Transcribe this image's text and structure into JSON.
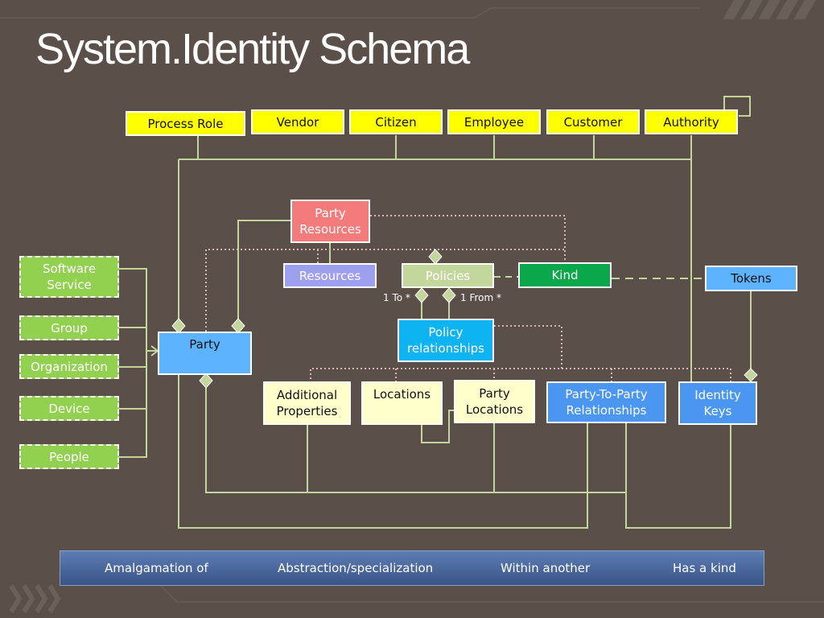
{
  "title": "System.Identity Schema",
  "roles": [
    "Process Role",
    "Vendor",
    "Citizen",
    "Employee",
    "Customer",
    "Authority"
  ],
  "side_items": [
    "Software\nService",
    "Group",
    "Organization",
    "Device",
    "People"
  ],
  "boxes": {
    "party_resources": "Party\nResources",
    "resources": "Resources",
    "policies": "Policies",
    "kind": "Kind",
    "tokens": "Tokens",
    "party": "Party",
    "policy_relationships": "Policy\nrelationships",
    "additional_properties": "Additional\nProperties",
    "locations": "Locations",
    "party_locations": "Party\nLocations",
    "party_to_party": "Party-To-Party\nRelationships",
    "identity_keys": "Identity\nKeys"
  },
  "multiplicity": {
    "to": "1 To *",
    "from": "1 From *"
  },
  "legend": {
    "amalgamation": "Amalgamation of",
    "abstraction": "Abstraction/specialization",
    "within": "Within another",
    "kind_of": "Has a kind"
  },
  "colors": {
    "background": "#5a4f49",
    "line": "#c3d69b",
    "dotted": "#d9b4b4",
    "legend_band": "#4a6aa0"
  }
}
